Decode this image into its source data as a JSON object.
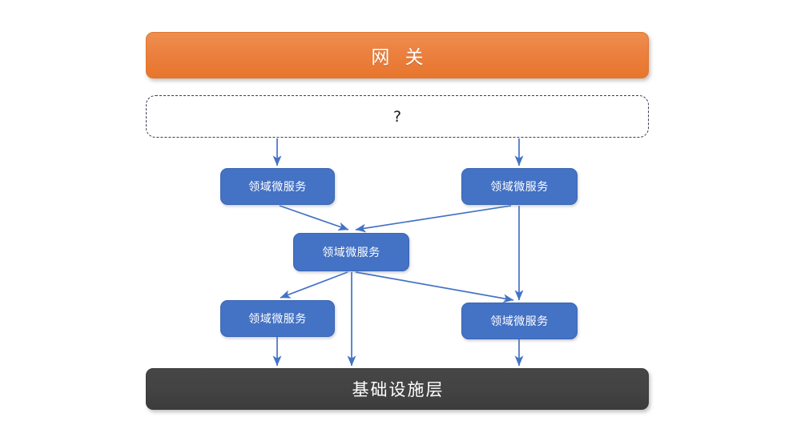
{
  "diagram": {
    "title_text": "网 关",
    "gateway": {
      "label": "网 关",
      "color": "#E8762C"
    },
    "unknown_zone": {
      "label": "?",
      "border_style": "dashed",
      "border_color": "#3d3d52"
    },
    "infrastructure": {
      "label": "基础设施层",
      "color": "#434343"
    },
    "service_box_color": "#4472C4",
    "service_border_color": "#3A66B4",
    "connector_color": "#4472C4",
    "services": [
      {
        "id": "svc-top-left",
        "label": "领域微服务"
      },
      {
        "id": "svc-top-right",
        "label": "领域微服务"
      },
      {
        "id": "svc-middle",
        "label": "领域微服务"
      },
      {
        "id": "svc-bottom-left",
        "label": "领域微服务"
      },
      {
        "id": "svc-bottom-right",
        "label": "领域微服务"
      }
    ],
    "connections": [
      {
        "from": "unknown-zone",
        "to": "svc-top-left",
        "kind": "arrow"
      },
      {
        "from": "unknown-zone",
        "to": "svc-top-right",
        "kind": "arrow"
      },
      {
        "from": "svc-top-left",
        "to": "svc-middle",
        "kind": "arrow"
      },
      {
        "from": "svc-top-right",
        "to": "svc-middle",
        "kind": "arrow"
      },
      {
        "from": "svc-top-right",
        "to": "svc-bottom-right",
        "kind": "arrow"
      },
      {
        "from": "svc-middle",
        "to": "svc-bottom-left",
        "kind": "arrow"
      },
      {
        "from": "svc-middle",
        "to": "svc-bottom-right",
        "kind": "arrow"
      },
      {
        "from": "svc-middle",
        "to": "infrastructure",
        "kind": "arrow"
      },
      {
        "from": "svc-bottom-left",
        "to": "infrastructure",
        "kind": "arrow"
      },
      {
        "from": "svc-bottom-right",
        "to": "infrastructure",
        "kind": "arrow"
      }
    ]
  }
}
